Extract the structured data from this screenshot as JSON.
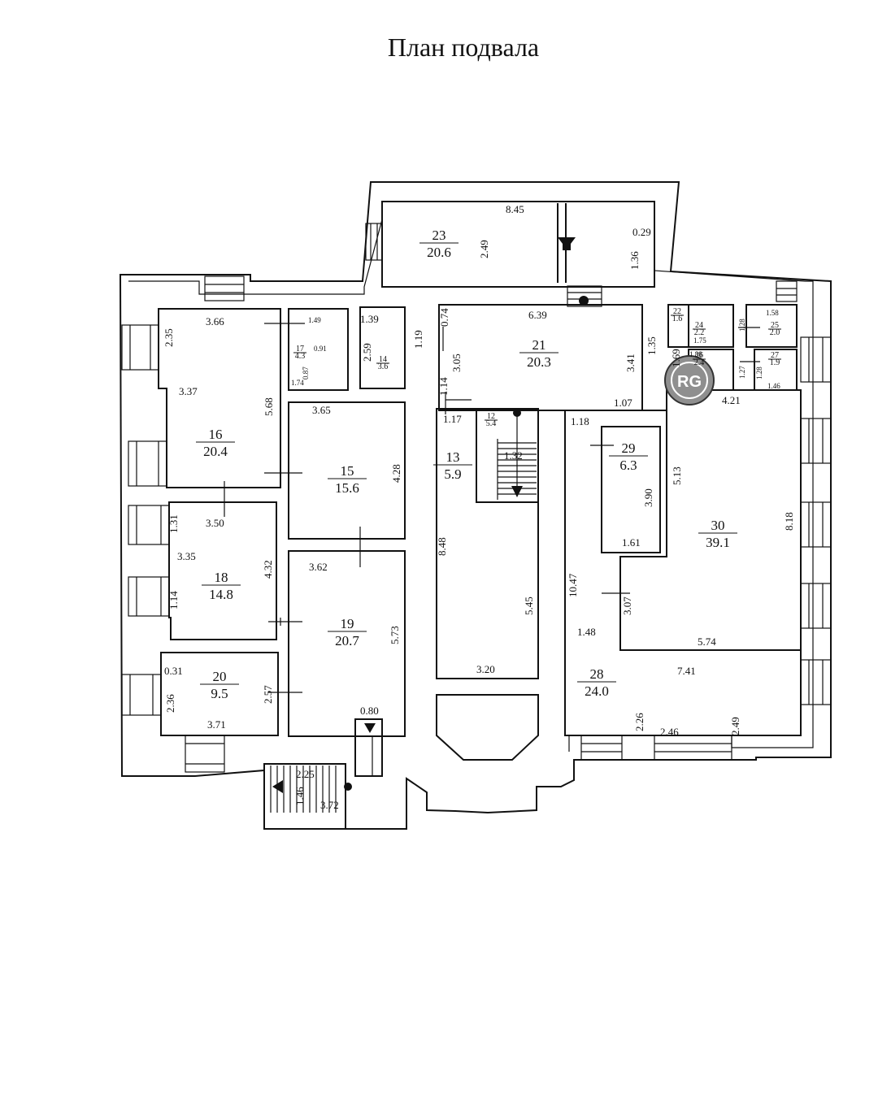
{
  "title": "План подвала",
  "logo_text": "RG",
  "rooms": [
    {
      "id": "23",
      "num": "23",
      "area": "20.6"
    },
    {
      "id": "21",
      "num": "21",
      "area": "20.3"
    },
    {
      "id": "16",
      "num": "16",
      "area": "20.4"
    },
    {
      "id": "15",
      "num": "15",
      "area": "15.6"
    },
    {
      "id": "14",
      "num": "14",
      "area": "3.6"
    },
    {
      "id": "17",
      "num": "17",
      "area": "4.3"
    },
    {
      "id": "18",
      "num": "18",
      "area": "14.8"
    },
    {
      "id": "19",
      "num": "19",
      "area": "20.7"
    },
    {
      "id": "20",
      "num": "20",
      "area": "9.5"
    },
    {
      "id": "13",
      "num": "13",
      "area": "5.9"
    },
    {
      "id": "12",
      "num": "12",
      "area": "5.4"
    },
    {
      "id": "29",
      "num": "29",
      "area": "6.3"
    },
    {
      "id": "30",
      "num": "30",
      "area": "39.1"
    },
    {
      "id": "28",
      "num": "28",
      "area": "24.0"
    },
    {
      "id": "22",
      "num": "22",
      "area": "1.6"
    },
    {
      "id": "24",
      "num": "24",
      "area": "2.2"
    },
    {
      "id": "25",
      "num": "25",
      "area": "2.0"
    },
    {
      "id": "26",
      "num": "26",
      "area": "2.4"
    },
    {
      "id": "27",
      "num": "27",
      "area": "1.9"
    }
  ],
  "dimensions": [
    "8.45",
    "2.49",
    "0.29",
    "1.36",
    "0.74",
    "6.39",
    "3.05",
    "3.41",
    "1.35",
    "1.07",
    "1.14",
    "1.17",
    "1.18",
    "1.39",
    "2.59",
    "1.19",
    "3.66",
    "2.35",
    "3.37",
    "5.68",
    "1.49",
    "0.91",
    "0.87",
    "1.74",
    "3.65",
    "4.28",
    "3.50",
    "1.31",
    "3.35",
    "1.14",
    "4.32",
    "3.62",
    "5.73",
    "0.31",
    "2.36",
    "3.71",
    "2.57",
    "0.80",
    "2.25",
    "1.46",
    "3.72",
    "1.32",
    "8.48",
    "5.45",
    "3.20",
    "10.47",
    "1.48",
    "5.13",
    "3.90",
    "1.61",
    "8.18",
    "3.07",
    "5.74",
    "7.41",
    "2.26",
    "2.46",
    "2.49",
    "1.58",
    "1.28",
    "1.75",
    "1.69",
    "1.88",
    "1.27",
    "1.28",
    "1.46",
    "4.21"
  ]
}
